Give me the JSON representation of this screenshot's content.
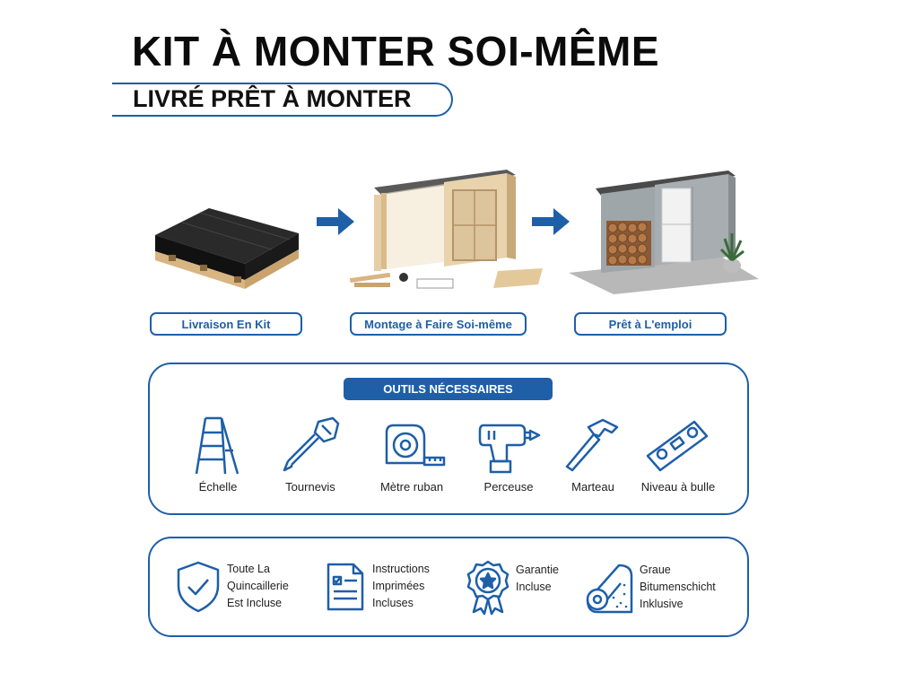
{
  "header": {
    "title": "KIT À MONTER SOI-MÊME",
    "subtitle": "LIVRÉ PRÊT À MONTER"
  },
  "steps": [
    {
      "label": "Livraison En Kit",
      "image": "wrapped-pallet"
    },
    {
      "label": "Montage à Faire Soi-même",
      "image": "shed-assembly"
    },
    {
      "label": "Prêt à L'emploi",
      "image": "finished-woodshed"
    }
  ],
  "tools": {
    "heading": "OUTILS NÉCESSAIRES",
    "items": [
      {
        "label": "Échelle",
        "icon": "ladder-icon"
      },
      {
        "label": "Tournevis",
        "icon": "screwdriver-icon"
      },
      {
        "label": "Mètre ruban",
        "icon": "tape-measure-icon"
      },
      {
        "label": "Perceuse",
        "icon": "drill-icon"
      },
      {
        "label": "Marteau",
        "icon": "hammer-icon"
      },
      {
        "label": "Niveau à bulle",
        "icon": "spirit-level-icon"
      }
    ]
  },
  "features": [
    {
      "lines": [
        "Toute La",
        "Quincaillerie",
        "Est Incluse"
      ],
      "icon": "shield-check-icon"
    },
    {
      "lines": [
        "Instructions",
        "Imprimées",
        "Incluses"
      ],
      "icon": "document-checklist-icon"
    },
    {
      "lines": [
        "Garantie",
        "Incluse"
      ],
      "icon": "award-badge-icon"
    },
    {
      "lines": [
        "Graue",
        "Bitumenschicht",
        "Inklusive"
      ],
      "icon": "roll-icon"
    }
  ],
  "colors": {
    "accent": "#1e5fa8",
    "text": "#111111"
  }
}
